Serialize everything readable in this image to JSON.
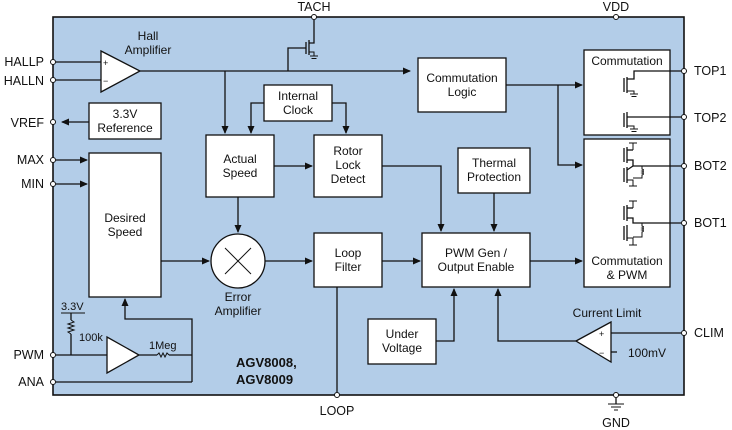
{
  "diagram": {
    "part_numbers": [
      "AGV8008,",
      "AGV8009"
    ],
    "background_color": "#b3cde8",
    "pins": {
      "top": [
        "TACH",
        "VDD"
      ],
      "left": [
        "HALLP",
        "HALLN",
        "VREF",
        "MAX",
        "MIN",
        "PWM",
        "ANA"
      ],
      "right": [
        "TOP1",
        "TOP2",
        "BOT2",
        "BOT1",
        "CLIM"
      ],
      "bottom": [
        "LOOP",
        "GND"
      ]
    },
    "blocks": {
      "hall_amplifier": [
        "Hall",
        "Amplifier"
      ],
      "reference": [
        "3.3V",
        "Reference"
      ],
      "internal_clock": [
        "Internal",
        "Clock"
      ],
      "commutation_logic": [
        "Commutation",
        "Logic"
      ],
      "commutation": [
        "Commutation"
      ],
      "actual_speed": [
        "Actual",
        "Speed"
      ],
      "rotor_lock_detect": [
        "Rotor",
        "Lock",
        "Detect"
      ],
      "thermal_protection": [
        "Thermal",
        "Protection"
      ],
      "desired_speed": [
        "Desired",
        "Speed"
      ],
      "error_amplifier": [
        "Error",
        "Amplifier"
      ],
      "loop_filter": [
        "Loop",
        "Filter"
      ],
      "pwm_gen": [
        "PWM Gen /",
        "Output Enable"
      ],
      "commutation_pwm": [
        "Commutation",
        "& PWM"
      ],
      "under_voltage": [
        "Under",
        "Voltage"
      ],
      "current_limit": "Current  Limit"
    },
    "components": {
      "pullup_voltage": "3.3V",
      "pullup_resistor": "100k",
      "feedback_resistor": "1Meg",
      "current_limit_ref": "100mV",
      "plus": "+",
      "minus": "−"
    }
  }
}
